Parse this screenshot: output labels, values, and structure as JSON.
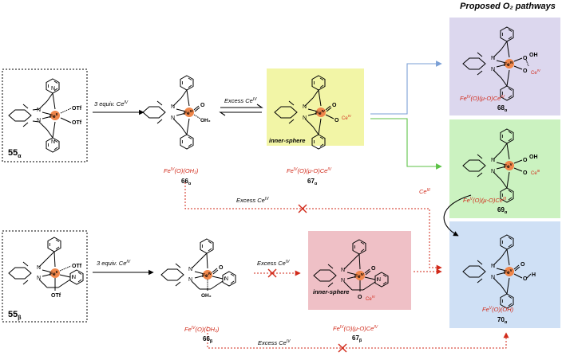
{
  "header": {
    "title": "Proposed O₂ pathways"
  },
  "labels": {
    "fe_iv_ohh": "Fe",
    "fe_iv_ohh_sup": "IV",
    "fe_iv_ohh_rest": "(O)(OH₂)",
    "fe_iv_mu": "Fe",
    "fe_iv_mu_sup": "IV",
    "fe_iv_mu_rest": "(O)(μ-O)Ce",
    "fe_iv_mu_sup2": "IV",
    "fe_v_mu_a": "Fe",
    "fe_v_mu_a_sup": "V",
    "fe_v_mu_a_rest": "(O)(μ-O)Ce",
    "fe_v_mu_a_sup2": "III",
    "fe_v_oh": "Fe",
    "fe_v_oh_sup": "V",
    "fe_v_oh_rest": "(O)(OH)"
  },
  "compounds": {
    "c55a": {
      "num": "55",
      "sub": "α"
    },
    "c55b": {
      "num": "55",
      "sub": "β"
    },
    "c66a": {
      "num": "66",
      "sub": "α"
    },
    "c66b": {
      "num": "66",
      "sub": "β"
    },
    "c67a": {
      "num": "67",
      "sub": "α"
    },
    "c67b": {
      "num": "67",
      "sub": "β"
    },
    "c68a": {
      "num": "68",
      "sub": "α"
    },
    "c69a": {
      "num": "69",
      "sub": "α"
    },
    "c70a": {
      "num": "70",
      "sub": "α"
    }
  },
  "arrows": {
    "equiv_a": "3 equiv. Ce",
    "equiv_b": "3 equiv. Ce",
    "excess": "Excess Ce",
    "ce_iv_sup": "IV",
    "ce_iii": "Ce",
    "ce_iii_sup": "III"
  },
  "boxes": {
    "inner_sphere": "inner-sphere"
  },
  "atoms": {
    "n": "N",
    "fe": "Fe",
    "o": "O",
    "oh": "OH",
    "h": "H",
    "otf": "OTf",
    "oh2": "OH₂",
    "ce": "Ce",
    "fe_ii_sup": "II",
    "fe_iv_sup": "IV",
    "fe_v_sup": "V",
    "ce_iv_sup": "IV",
    "ce_iii_sup": "III"
  },
  "colors": {
    "accent_red": "#d12a1a",
    "box_yellow": "#f2f5a6",
    "box_pink": "#efc0c6",
    "box_lavender": "#dcd7ee",
    "box_green": "#cbf2c0",
    "box_blue": "#cfe0f5",
    "arrow_blue": "#7a9fd6",
    "arrow_green": "#5cc246",
    "fe_orange": "#f0864a"
  }
}
